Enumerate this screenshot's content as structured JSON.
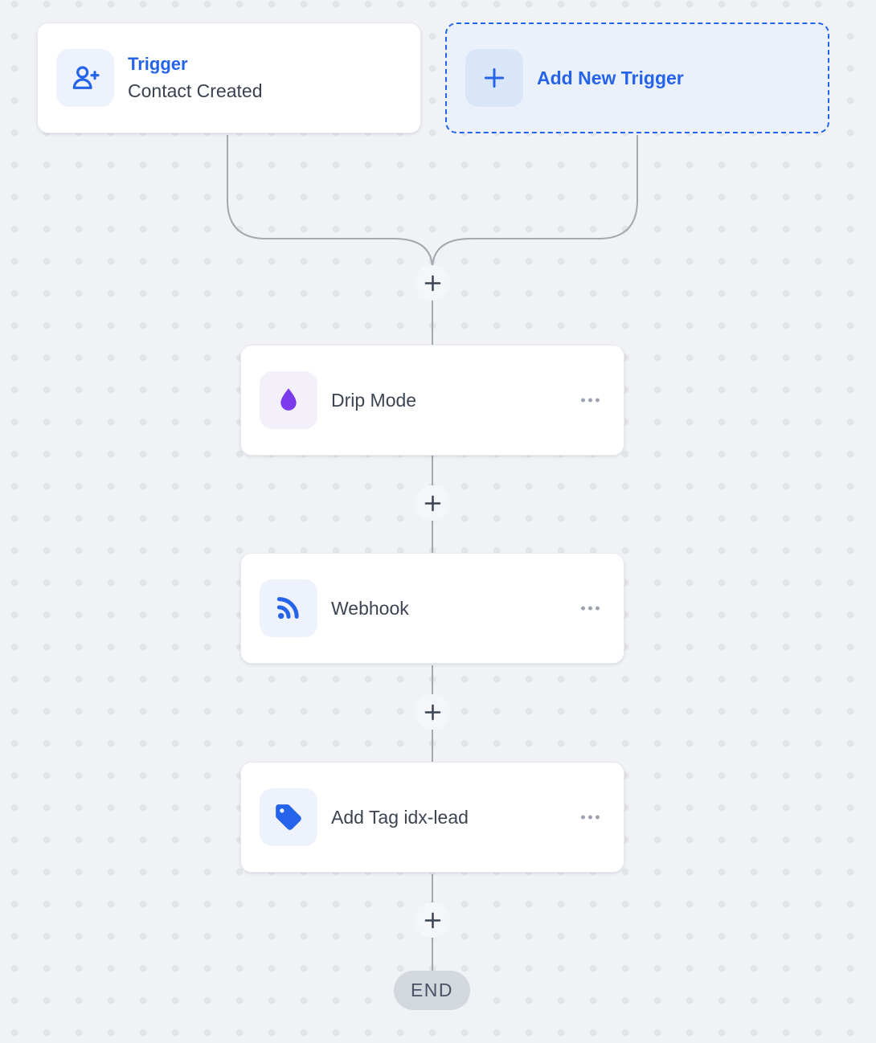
{
  "canvas": {
    "background": "#F0F2F5",
    "dot_color": "#E3E4E7",
    "connector_color": "#A4A8AF"
  },
  "palette": {
    "accent_blue": "#2563EB",
    "purple": "#7C3AED",
    "card_title_text": "#3C4452",
    "plus_glyph": "#3B4453",
    "ellipsis_gray": "#9CA3AF",
    "end_pill_bg": "#D3D7DE",
    "end_pill_text": "#4A5264"
  },
  "trigger_card": {
    "title": "Trigger",
    "subtitle": "Contact Created",
    "icon": "user-plus-icon",
    "icon_color": "#2563EB",
    "icon_bg": "#EDF2FC"
  },
  "add_trigger_card": {
    "label": "Add New Trigger",
    "icon": "plus-icon",
    "icon_color": "#2563EB",
    "icon_bg": "#D9E5F9"
  },
  "nodes": [
    {
      "label": "Drip Mode",
      "icon": "droplet-icon",
      "icon_color": "#7C3AED",
      "icon_bg": "#F3F0FA",
      "menu_icon": "ellipsis-icon"
    },
    {
      "label": "Webhook",
      "icon": "rss-icon",
      "icon_color": "#2563EB",
      "icon_bg": "#EBF1FC",
      "menu_icon": "ellipsis-icon"
    },
    {
      "label": "Add Tag idx-lead",
      "icon": "tag-icon",
      "icon_color": "#2563EB",
      "icon_bg": "#EBF1FC",
      "menu_icon": "ellipsis-icon"
    }
  ],
  "add_step_buttons": {
    "count": 4,
    "icon": "plus-icon"
  },
  "end_node": {
    "label": "END"
  }
}
